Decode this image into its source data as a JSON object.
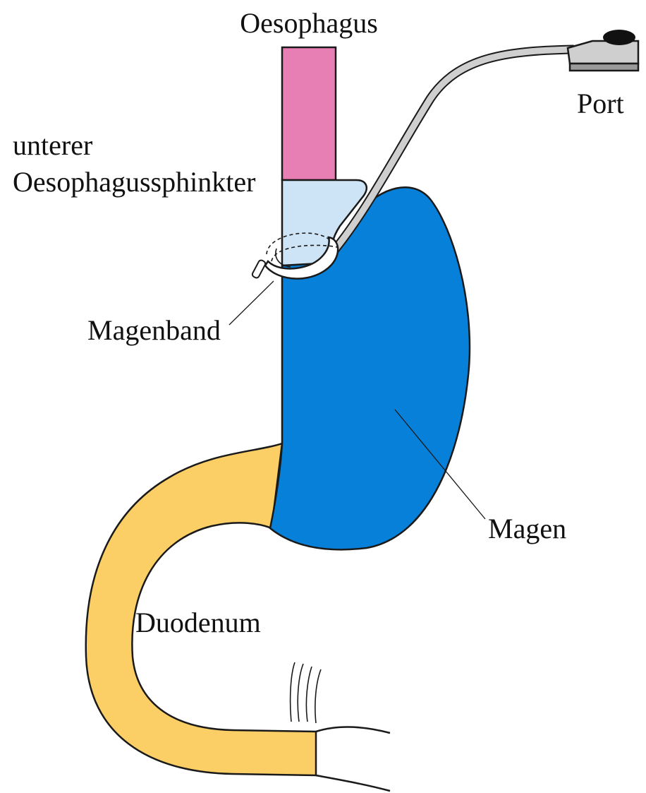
{
  "labels": {
    "oesophagus": "Oesophagus",
    "sphincter_line1": "unterer",
    "sphincter_line2": "Oesophagussphinkter",
    "port": "Port",
    "magenband": "Magenband",
    "magen": "Magen",
    "duodenum": "Duodenum"
  },
  "colors": {
    "oesophagus": "#e77fb4",
    "sphincter": "#cce4f6",
    "stomach": "#0680d9",
    "duodenum": "#fccf66",
    "band_tube": "#cfcfcf",
    "outline": "#1a1a1a"
  }
}
